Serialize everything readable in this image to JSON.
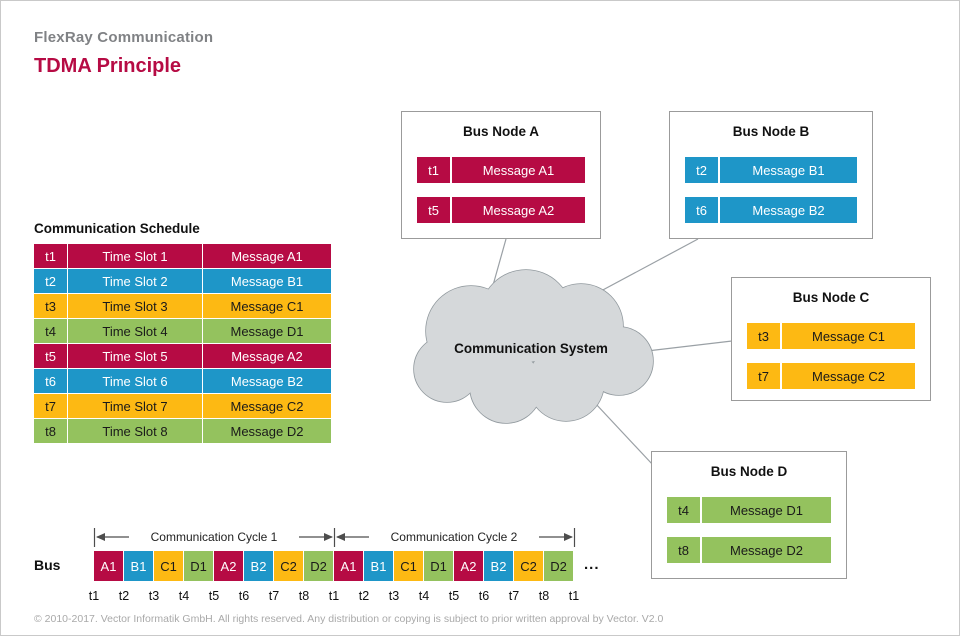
{
  "page": {
    "suptitle": "FlexRay Communication",
    "title": "TDMA Principle",
    "footer": "© 2010-2017. Vector Informatik GmbH. All rights reserved. Any distribution or copying is subject to prior written approval by Vector. V2.0"
  },
  "colors": {
    "crimson": "#b60b44",
    "blue": "#1e96c8",
    "orange": "#fdb913",
    "green": "#94c25e",
    "heading_gray": "#808285",
    "dark": "#1a1a1a",
    "white": "#ffffff"
  },
  "schedule": {
    "title": "Communication Schedule",
    "rows": [
      {
        "t": "t1",
        "slot": "Time Slot 1",
        "message": "Message A1",
        "bg": "#b60b44",
        "fg": "#ffffff"
      },
      {
        "t": "t2",
        "slot": "Time Slot 2",
        "message": "Message B1",
        "bg": "#1e96c8",
        "fg": "#ffffff"
      },
      {
        "t": "t3",
        "slot": "Time Slot 3",
        "message": "Message C1",
        "bg": "#fdb913",
        "fg": "#1a1a1a"
      },
      {
        "t": "t4",
        "slot": "Time Slot 4",
        "message": "Message D1",
        "bg": "#94c25e",
        "fg": "#1a1a1a"
      },
      {
        "t": "t5",
        "slot": "Time Slot 5",
        "message": "Message A2",
        "bg": "#b60b44",
        "fg": "#ffffff"
      },
      {
        "t": "t6",
        "slot": "Time Slot 6",
        "message": "Message B2",
        "bg": "#1e96c8",
        "fg": "#ffffff"
      },
      {
        "t": "t7",
        "slot": "Time Slot 7",
        "message": "Message C2",
        "bg": "#fdb913",
        "fg": "#1a1a1a"
      },
      {
        "t": "t8",
        "slot": "Time Slot 8",
        "message": "Message D2",
        "bg": "#94c25e",
        "fg": "#1a1a1a"
      }
    ]
  },
  "cloud": {
    "label": "Communication System"
  },
  "nodes": [
    {
      "title": "Bus Node A",
      "rows": [
        {
          "t": "t1",
          "message": "Message A1",
          "bg": "#b60b44",
          "fg": "#ffffff"
        },
        {
          "t": "t5",
          "message": "Message A2",
          "bg": "#b60b44",
          "fg": "#ffffff"
        }
      ]
    },
    {
      "title": "Bus Node B",
      "rows": [
        {
          "t": "t2",
          "message": "Message B1",
          "bg": "#1e96c8",
          "fg": "#ffffff"
        },
        {
          "t": "t6",
          "message": "Message B2",
          "bg": "#1e96c8",
          "fg": "#ffffff"
        }
      ]
    },
    {
      "title": "Bus Node C",
      "rows": [
        {
          "t": "t3",
          "message": "Message C1",
          "bg": "#fdb913",
          "fg": "#1a1a1a"
        },
        {
          "t": "t7",
          "message": "Message C2",
          "bg": "#fdb913",
          "fg": "#1a1a1a"
        }
      ]
    },
    {
      "title": "Bus Node D",
      "rows": [
        {
          "t": "t4",
          "message": "Message D1",
          "bg": "#94c25e",
          "fg": "#1a1a1a"
        },
        {
          "t": "t8",
          "message": "Message D2",
          "bg": "#94c25e",
          "fg": "#1a1a1a"
        }
      ]
    }
  ],
  "bus": {
    "label": "Bus",
    "cycle1": "Communication Cycle 1",
    "cycle2": "Communication Cycle 2",
    "ellipsis": "...",
    "segments": [
      {
        "label": "A1",
        "bg": "#b60b44",
        "fg": "#ffffff"
      },
      {
        "label": "B1",
        "bg": "#1e96c8",
        "fg": "#ffffff"
      },
      {
        "label": "C1",
        "bg": "#fdb913",
        "fg": "#1a1a1a"
      },
      {
        "label": "D1",
        "bg": "#94c25e",
        "fg": "#1a1a1a"
      },
      {
        "label": "A2",
        "bg": "#b60b44",
        "fg": "#ffffff"
      },
      {
        "label": "B2",
        "bg": "#1e96c8",
        "fg": "#ffffff"
      },
      {
        "label": "C2",
        "bg": "#fdb913",
        "fg": "#1a1a1a"
      },
      {
        "label": "D2",
        "bg": "#94c25e",
        "fg": "#1a1a1a"
      },
      {
        "label": "A1",
        "bg": "#b60b44",
        "fg": "#ffffff"
      },
      {
        "label": "B1",
        "bg": "#1e96c8",
        "fg": "#ffffff"
      },
      {
        "label": "C1",
        "bg": "#fdb913",
        "fg": "#1a1a1a"
      },
      {
        "label": "D1",
        "bg": "#94c25e",
        "fg": "#1a1a1a"
      },
      {
        "label": "A2",
        "bg": "#b60b44",
        "fg": "#ffffff"
      },
      {
        "label": "B2",
        "bg": "#1e96c8",
        "fg": "#ffffff"
      },
      {
        "label": "C2",
        "bg": "#fdb913",
        "fg": "#1a1a1a"
      },
      {
        "label": "D2",
        "bg": "#94c25e",
        "fg": "#1a1a1a"
      }
    ],
    "ticks": [
      "t1",
      "t2",
      "t3",
      "t4",
      "t5",
      "t6",
      "t7",
      "t8",
      "t1",
      "t2",
      "t3",
      "t4",
      "t5",
      "t6",
      "t7",
      "t8",
      "t1"
    ]
  }
}
